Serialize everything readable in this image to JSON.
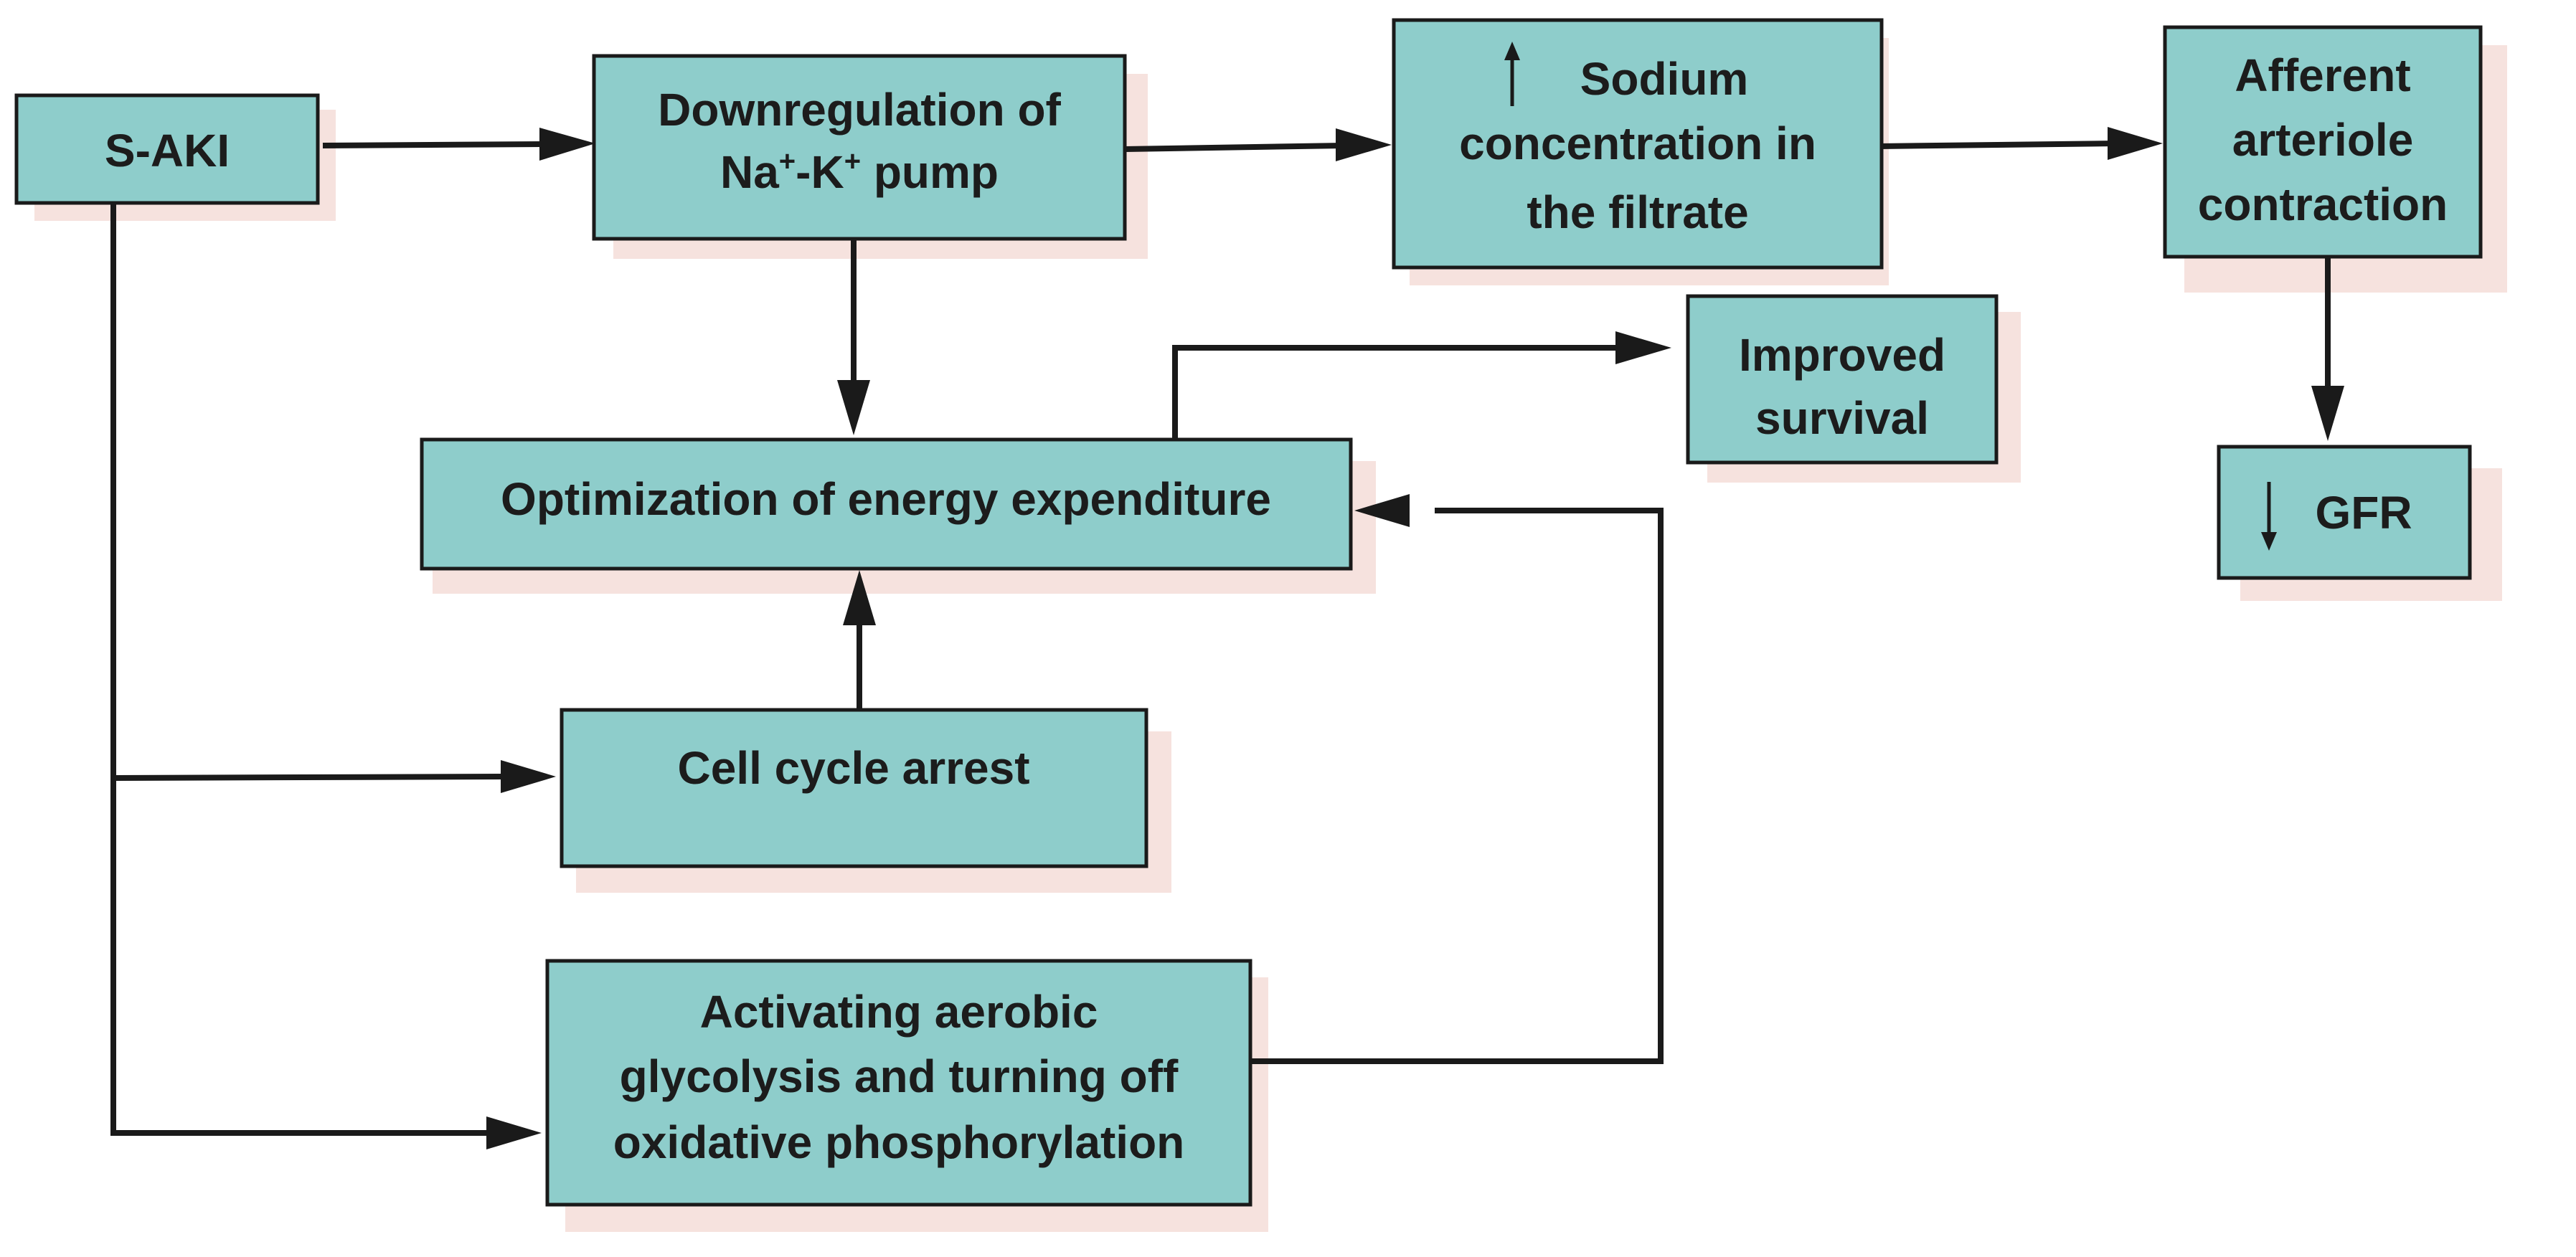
{
  "diagram": {
    "nodes": {
      "s_aki": {
        "lines": [
          "S-AKI"
        ]
      },
      "downregulation": {
        "line1": "Downregulation of",
        "na": "Na",
        "plus1": "+",
        "dash_k": "-K",
        "plus2": "+",
        "pump": " pump"
      },
      "sodium": {
        "lines": [
          "Sodium",
          "concentration in",
          "the filtrate"
        ],
        "indicator": "increase-arrow-icon"
      },
      "afferent": {
        "lines": [
          "Afferent",
          "arteriole",
          "contraction"
        ]
      },
      "improved": {
        "lines": [
          "Improved",
          "survival"
        ]
      },
      "optimization": {
        "lines": [
          "Optimization of energy expenditure"
        ]
      },
      "gfr": {
        "lines": [
          "GFR"
        ],
        "indicator": "decrease-arrow-icon"
      },
      "cell_cycle": {
        "lines": [
          "Cell cycle arrest"
        ]
      },
      "glycolysis": {
        "lines": [
          "Activating aerobic",
          "glycolysis and turning off",
          "oxidative phosphorylation"
        ]
      }
    },
    "colors": {
      "box_fill": "#8ecdcb",
      "box_stroke": "#1a1a1a",
      "shadow": "#f6e2de",
      "arrow": "#1a1a1a",
      "text": "#1c1c1c",
      "background": "#ffffff"
    }
  }
}
